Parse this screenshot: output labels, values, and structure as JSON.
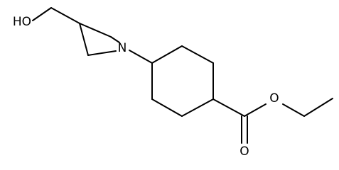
{
  "molecule": {
    "atoms": {
      "hydroxyl": "HO",
      "nitrogen": "N",
      "ester_oxygen": "O",
      "carbonyl_oxygen": "O"
    },
    "colors": {
      "bond": "#000000",
      "label": "#000000",
      "background": "#ffffff"
    }
  }
}
